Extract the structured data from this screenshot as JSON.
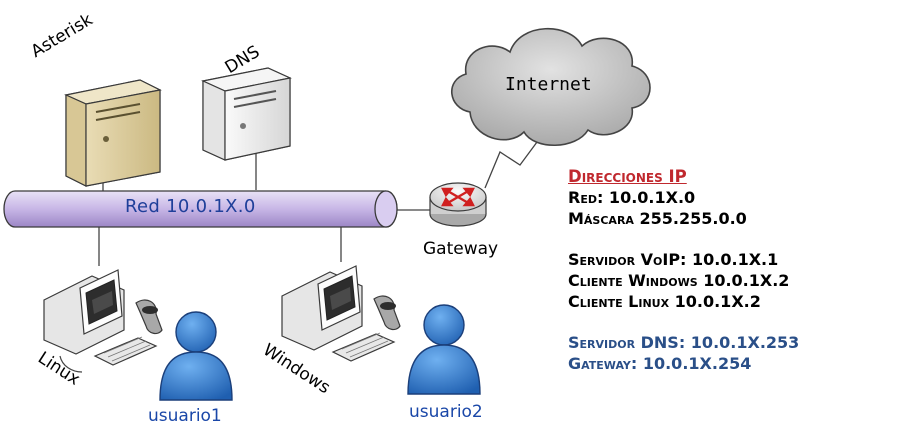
{
  "diagram": {
    "labels": {
      "asterisk": "Asterisk",
      "dns": "DNS",
      "internet": "Internet",
      "network": "Red 10.0.1X.0",
      "gateway": "Gateway",
      "linux": "Linux",
      "windows": "Windows",
      "user1": "usuario1",
      "user2": "usuario2"
    }
  },
  "ip_info": {
    "title": "Direcciones IP",
    "red": "Red: 10.0.1X.0",
    "mascara": "Máscara 255.255.0.0",
    "servidor_voip": "Servidor VoIP: 10.0.1X.1",
    "cliente_windows": "Cliente Windows 10.0.1X.2",
    "cliente_linux": "Cliente Linux 10.0.1X.2",
    "servidor_dns": "Servidor DNS: 10.0.1X.253",
    "gateway": "Gateway: 10.0.1X.254"
  },
  "colors": {
    "title_red": "#c0282e",
    "dark_blue": "#2a4f88",
    "pipe_purple": "#c9b8e8",
    "user_blue": "#2f73c7",
    "cloud_gray": "#b8b8b8"
  }
}
